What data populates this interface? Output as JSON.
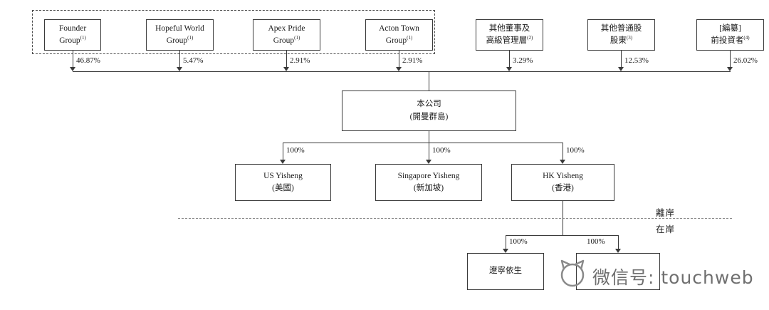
{
  "diagram": {
    "shareholders": [
      {
        "line1": "Founder",
        "line2": "Group",
        "sup": "(1)",
        "pct": "46.87%"
      },
      {
        "line1": "Hopeful World",
        "line2": "Group",
        "sup": "(1)",
        "pct": "5.47%"
      },
      {
        "line1": "Apex Pride",
        "line2": "Group",
        "sup": "(1)",
        "pct": "2.91%"
      },
      {
        "line1": "Acton Town",
        "line2": "Group",
        "sup": "(1)",
        "pct": "2.91%"
      },
      {
        "line1": "其他董事及",
        "line2": "高級管理層",
        "sup": "(2)",
        "pct": "3.29%"
      },
      {
        "line1": "其他普通股",
        "line2": "股東",
        "sup": "(3)",
        "pct": "12.53%"
      },
      {
        "line1": "[編纂]",
        "line2": "前投資者",
        "sup": "(4)",
        "pct": "26.02%"
      }
    ],
    "company": {
      "line1": "本公司",
      "line2": "(開曼群島)"
    },
    "subsidiaries": [
      {
        "line1": "US Yisheng",
        "line2": "(美國)",
        "pct": "100%"
      },
      {
        "line1": "Singapore Yisheng",
        "line2": "(新加坡)",
        "pct": "100%"
      },
      {
        "line1": "HK Yisheng",
        "line2": "(香港)",
        "pct": "100%"
      }
    ],
    "hk_children": [
      {
        "label": "遼寧依生",
        "pct": "100%"
      },
      {
        "label": "",
        "pct": "100%"
      }
    ],
    "boundary": {
      "offshore": "離岸",
      "onshore": "在岸"
    }
  },
  "watermark": {
    "text": "微信号: touchweb"
  }
}
